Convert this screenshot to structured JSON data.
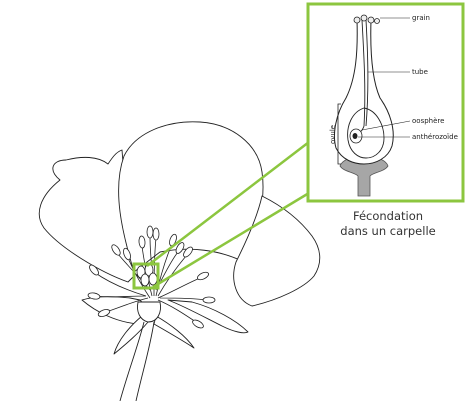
{
  "inset": {
    "labels": {
      "grain": "grain",
      "tube": "tube",
      "oosphere": "oosphère",
      "antherozoide": "anthérozoïde",
      "ovule": "ovule"
    }
  },
  "caption": {
    "line1": "Fécondation",
    "line2": "dans un carpelle"
  },
  "colors": {
    "highlight": "#8cc63f",
    "line": "#222222",
    "receptacle": "#a6a6a6"
  }
}
